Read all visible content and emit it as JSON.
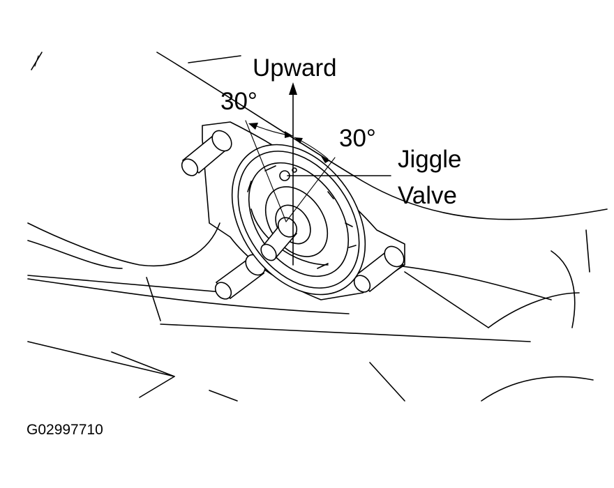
{
  "labels": {
    "upward": "Upward",
    "angle_left": "30°",
    "angle_right": "30°",
    "jiggle": "Jiggle",
    "valve": "Valve",
    "figure_code": "G02997710"
  }
}
